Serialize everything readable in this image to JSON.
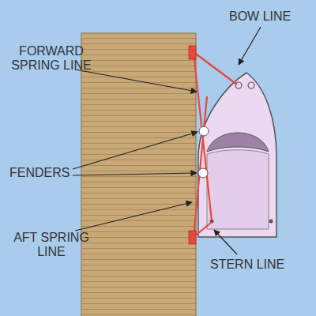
{
  "diagram": {
    "labels": [
      "FORWARD SPRING LINE",
      "BOW LINE",
      "FENDERS",
      "AFT SPRING LINE",
      "STERN LINE"
    ]
  }
}
